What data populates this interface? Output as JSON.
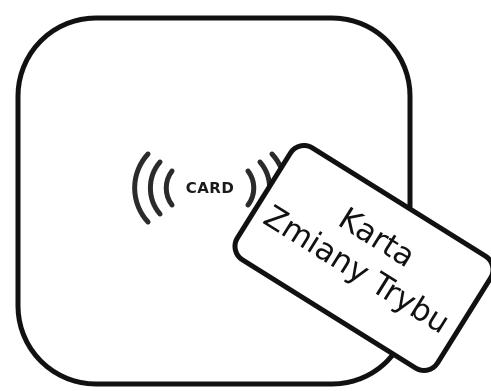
{
  "reader": {
    "label": "CARD",
    "icon": "nfc-contactless-icon"
  },
  "card": {
    "line1": "Karta",
    "line2": "Zmiany Trybu"
  },
  "colors": {
    "outline": "#111111",
    "waves": "#2b2b2b",
    "background": "#ffffff"
  }
}
